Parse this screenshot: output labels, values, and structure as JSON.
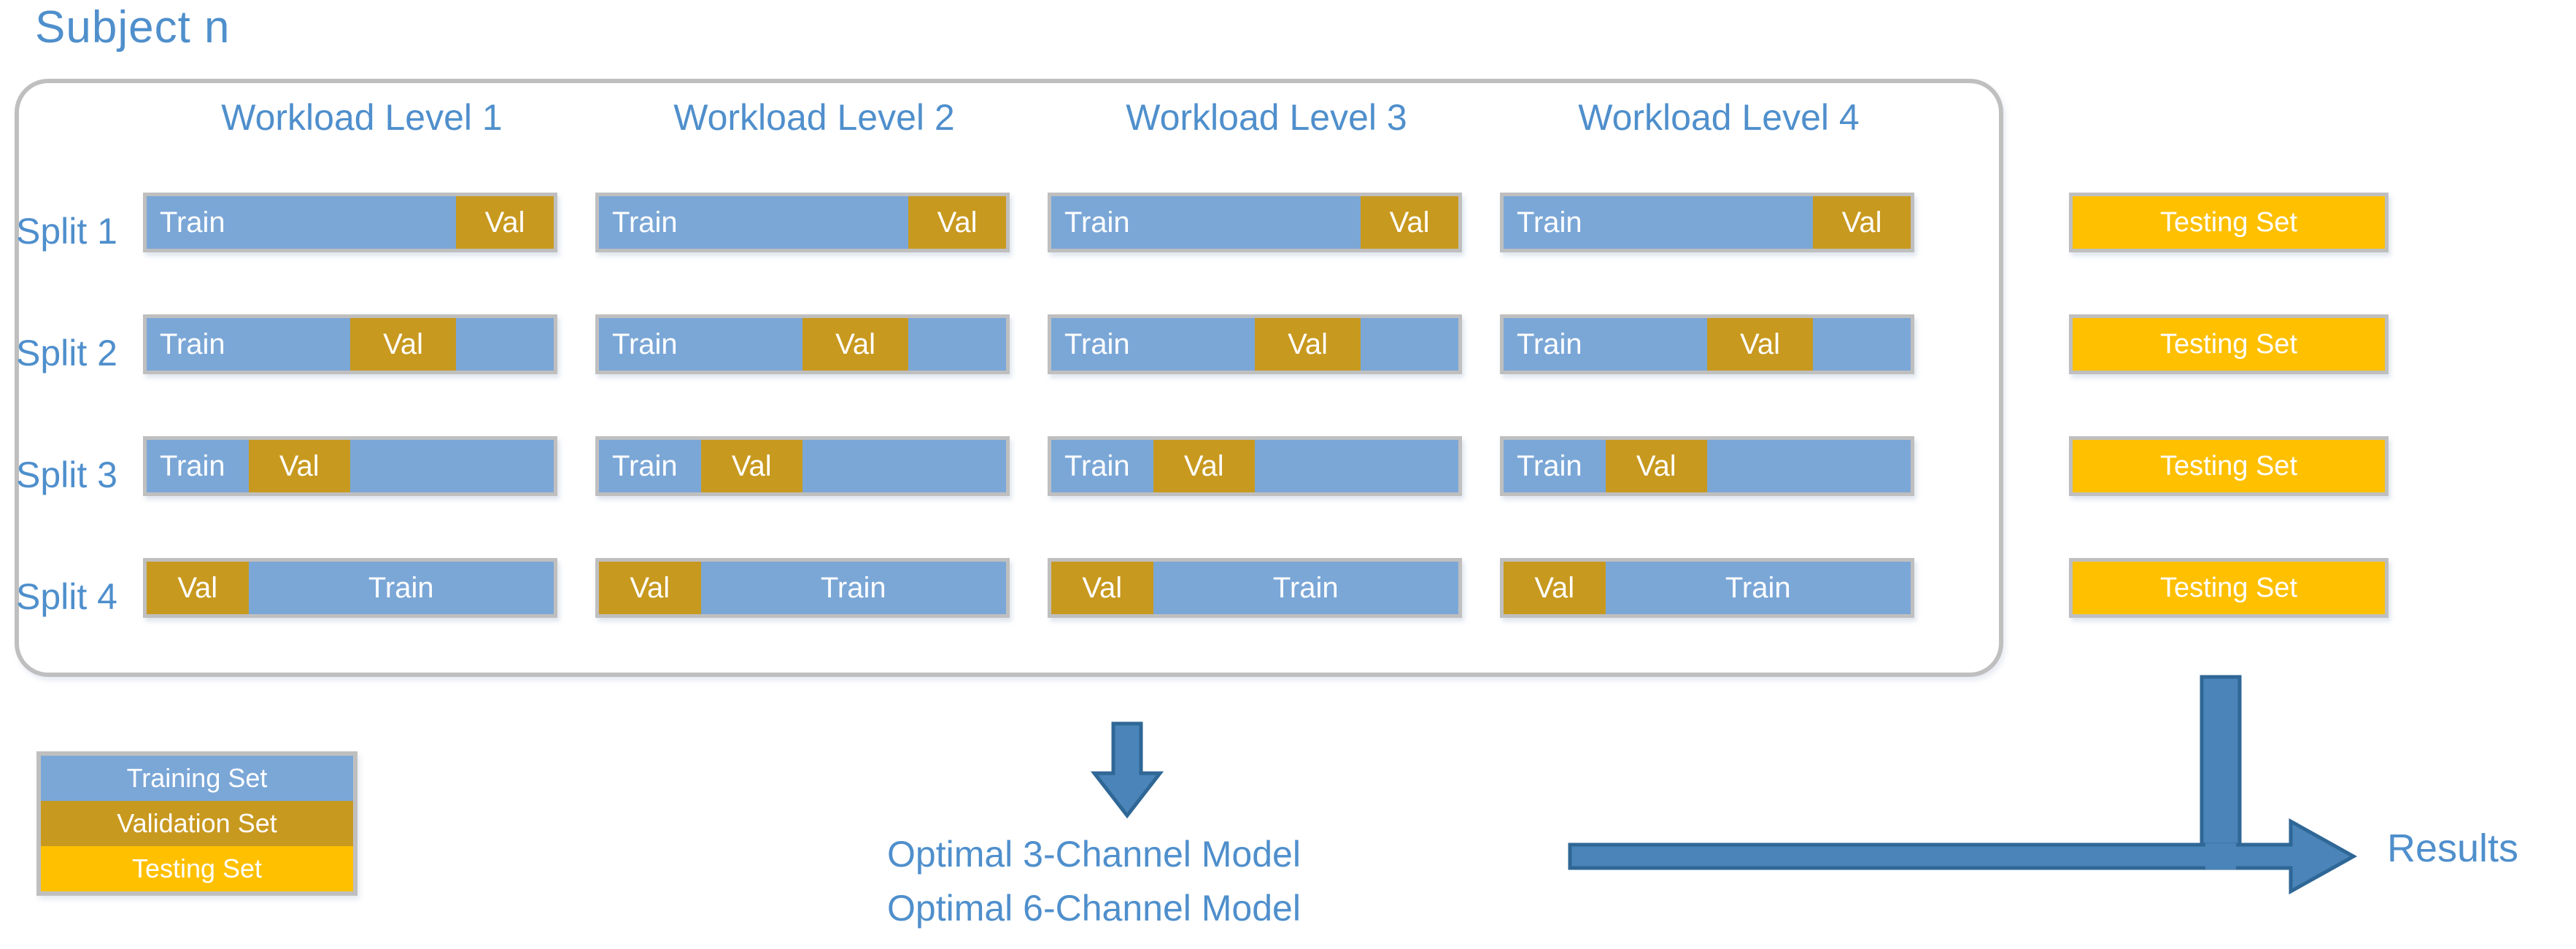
{
  "title": "Subject  n",
  "columns": [
    {
      "header": "Workload Level 1"
    },
    {
      "header": "Workload Level 2"
    },
    {
      "header": "Workload Level 3"
    },
    {
      "header": "Workload Level 4"
    }
  ],
  "split_labels": [
    "Split 1",
    "Split 2",
    "Split 3",
    "Split 4"
  ],
  "labels": {
    "train": "Train",
    "val": "Val",
    "testing_set": "Testing Set"
  },
  "splits": [
    {
      "name": "Split 1",
      "segments": [
        {
          "kind": "train",
          "label": "Train",
          "pct": 76,
          "align": "left"
        },
        {
          "kind": "val",
          "label": "Val",
          "pct": 24,
          "align": "center"
        }
      ]
    },
    {
      "name": "Split 2",
      "segments": [
        {
          "kind": "train",
          "label": "Train",
          "pct": 50,
          "align": "left"
        },
        {
          "kind": "val",
          "label": "Val",
          "pct": 26,
          "align": "center"
        },
        {
          "kind": "blank",
          "label": "",
          "pct": 24,
          "align": "center"
        }
      ]
    },
    {
      "name": "Split 3",
      "segments": [
        {
          "kind": "train",
          "label": "Train",
          "pct": 25,
          "align": "left"
        },
        {
          "kind": "val",
          "label": "Val",
          "pct": 25,
          "align": "center"
        },
        {
          "kind": "blank",
          "label": "",
          "pct": 50,
          "align": "center"
        }
      ]
    },
    {
      "name": "Split 4",
      "segments": [
        {
          "kind": "val",
          "label": "Val",
          "pct": 25,
          "align": "center"
        },
        {
          "kind": "train",
          "label": "Train",
          "pct": 75,
          "align": "center"
        }
      ]
    }
  ],
  "testing_sets": [
    "Testing Set",
    "Testing Set",
    "Testing Set",
    "Testing Set"
  ],
  "legend": [
    {
      "label": "Training Set",
      "color": "#7ba7d7"
    },
    {
      "label": "Validation Set",
      "color": "#c8991f"
    },
    {
      "label": "Testing Set",
      "color": "#ffc000"
    }
  ],
  "outputs": {
    "model_3ch": "Optimal 3-Channel Model",
    "model_6ch": "Optimal 6-Channel Model",
    "results": "Results"
  },
  "colors": {
    "accent_blue": "#4f8fcc",
    "train_blue": "#7ba7d7",
    "val_gold": "#c8991f",
    "test_yellow": "#ffc000",
    "arrow_blue": "#4a84b8",
    "arrow_stroke": "#2f6796",
    "border_gray": "#bfbfbf"
  }
}
